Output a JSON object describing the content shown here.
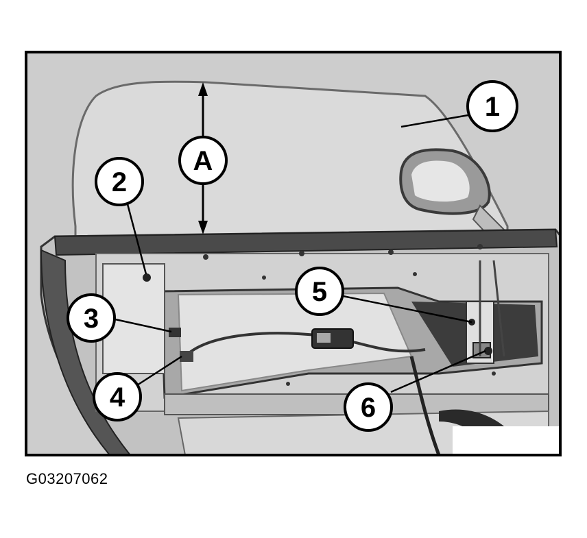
{
  "callouts": {
    "a": "A",
    "c1": "1",
    "c2": "2",
    "c3": "3",
    "c4": "4",
    "c5": "5",
    "c6": "6"
  },
  "figure_id": "G03207062",
  "colors": {
    "frame": "#000000",
    "background": "#cfcfcf",
    "glass": "#d8d8d8",
    "metal": "#bdbdbd",
    "dark": "#3a3a3a"
  }
}
